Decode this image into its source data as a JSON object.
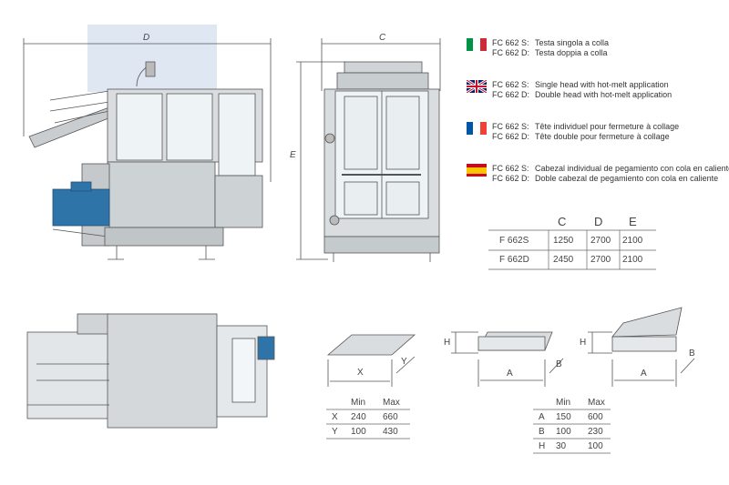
{
  "dimensions": {
    "d": "D",
    "c": "C",
    "e": "E",
    "x": "X",
    "y": "Y",
    "h1": "H",
    "a1": "A",
    "b1": "B",
    "h2": "H",
    "a2": "A",
    "b2": "B"
  },
  "languages": [
    {
      "flag": "italy-flag",
      "lines": [
        {
          "code": "FC 662 S:",
          "text": "Testa singola a colla"
        },
        {
          "code": "FC 662 D:",
          "text": "Testa doppia a colla"
        }
      ]
    },
    {
      "flag": "uk-flag",
      "lines": [
        {
          "code": "FC 662 S:",
          "text": "Single head with hot-melt application"
        },
        {
          "code": "FC 662 D:",
          "text": "Double head with hot-melt application"
        }
      ]
    },
    {
      "flag": "france-flag",
      "lines": [
        {
          "code": "FC 662 S:",
          "text": "Tête individuel pour fermeture à collage"
        },
        {
          "code": "FC 662 D:",
          "text": "Tête double pour fermeture à collage"
        }
      ]
    },
    {
      "flag": "spain-flag",
      "lines": [
        {
          "code": "FC 662 S:",
          "text": "Cabezal individual de pegamiento con cola en caliente"
        },
        {
          "code": "FC 662 D:",
          "text": "Doble cabezal de pegamiento con cola en caliente"
        }
      ]
    }
  ],
  "machine_table": {
    "headers": [
      "",
      "C",
      "D",
      "E"
    ],
    "rows": [
      [
        "F 662S",
        "1250",
        "2700",
        "2100"
      ],
      [
        "F 662D",
        "2450",
        "2700",
        "2100"
      ]
    ]
  },
  "sheet_table": {
    "headers": [
      "",
      "Min",
      "Max"
    ],
    "rows": [
      [
        "X",
        "240",
        "660"
      ],
      [
        "Y",
        "100",
        "430"
      ]
    ]
  },
  "box_table": {
    "headers": [
      "",
      "Min",
      "Max"
    ],
    "rows": [
      [
        "A",
        "150",
        "600"
      ],
      [
        "B",
        "100",
        "230"
      ],
      [
        "H",
        "30",
        "100"
      ]
    ]
  },
  "colors": {
    "machine_blue": "#2f74a8",
    "frame": "#9a9a9a",
    "panel": "#d9dde0",
    "glass": "#eef3f6",
    "bg_panel": "#dfe8f2"
  }
}
